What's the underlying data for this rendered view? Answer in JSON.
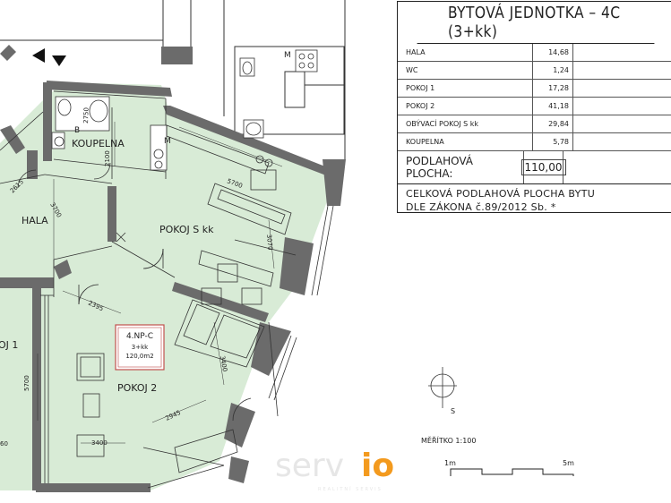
{
  "table": {
    "title": "BYTOVÁ JEDNOTKA  –  4C (3+kk)",
    "rows": [
      {
        "name": "HALA",
        "value": "14,68"
      },
      {
        "name": "WC",
        "value": "1,24"
      },
      {
        "name": "POKOJ 1",
        "value": "17,28"
      },
      {
        "name": "POKOJ 2",
        "value": "41,18"
      },
      {
        "name": "OBÝVACÍ POKOJ S kk",
        "value": "29,84"
      },
      {
        "name": "KOUPELNA",
        "value": "5,78"
      }
    ],
    "total_label": "PODLAHOVÁ PLOCHA:",
    "total_value": "110,00",
    "legal_line1": "CELKOVÁ PODLAHOVÁ PLOCHA BYTU",
    "legal_line2": "DLE ZÁKONA č.89/2012 Sb. *"
  },
  "rooms": {
    "koupelna": "KOUPELNA",
    "hala": "HALA",
    "pokoj_kk": "POKOJ S kk",
    "pokoj1": "OJ 1",
    "pokoj2": "POKOJ 2"
  },
  "unit_label": {
    "line1": "4.NP-C",
    "line2": "3+kk",
    "line3": "120,0m2"
  },
  "dimensions": {
    "d2750": "2750",
    "d2100": "2100",
    "d2615": "2615",
    "d3700": "3700",
    "d5700a": "5700",
    "d3070": "3070",
    "d2395": "2395",
    "d5700b": "5700",
    "d3400a": "3400",
    "d2945": "2945",
    "d3400b": "3400",
    "d60": "60"
  },
  "fixture_letters": {
    "b": "B",
    "m1": "M",
    "m2": "M"
  },
  "compass": {
    "letter": "S"
  },
  "scale": {
    "label": "MĚŘÍTKO 1:100",
    "left": "1m",
    "right": "5m"
  },
  "watermark": {
    "word_a": "serv",
    "word_b": "io",
    "tagline": "REALITNÍ SERVIS"
  },
  "colors": {
    "floor": "#d8ebd6",
    "wall": "#6b6b6b",
    "wall_dark": "#555555",
    "accent_orange": "#f39a1e",
    "label_box": "#c0504d"
  }
}
